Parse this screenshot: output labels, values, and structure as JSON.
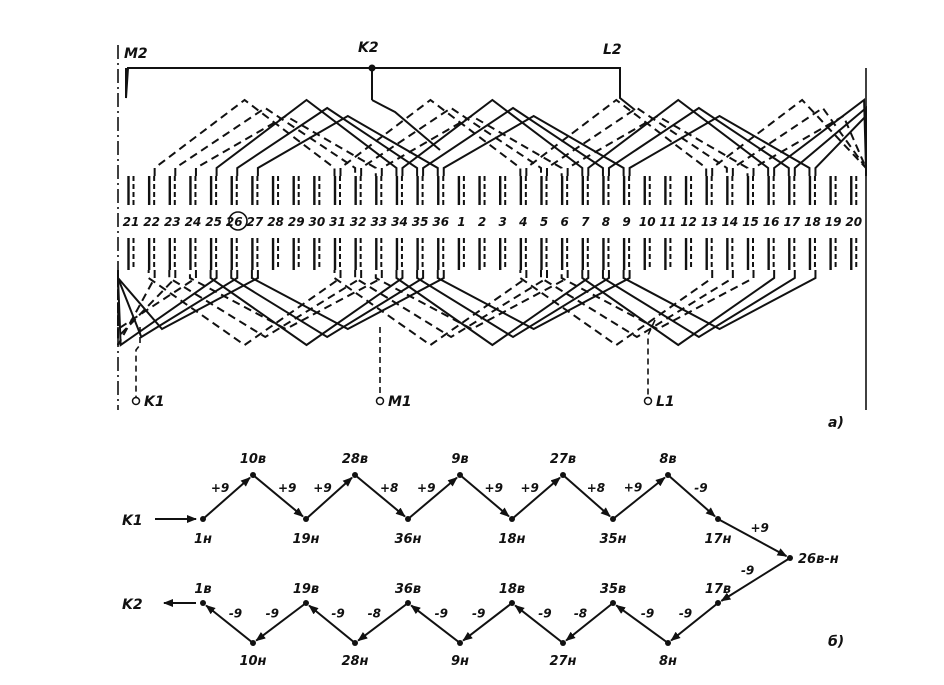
{
  "winding": {
    "terminals_top": [
      "M2",
      "K2",
      "L2"
    ],
    "terminals_bottom": [
      "K1",
      "M1",
      "L1"
    ],
    "slots": [
      "21",
      "22",
      "23",
      "24",
      "25",
      "26",
      "27",
      "28",
      "29",
      "30",
      "31",
      "32",
      "33",
      "34",
      "35",
      "36",
      "1",
      "2",
      "3",
      "4",
      "5",
      "6",
      "7",
      "8",
      "9",
      "10",
      "11",
      "12",
      "13",
      "14",
      "15",
      "16",
      "17",
      "18",
      "19",
      "20"
    ],
    "circled_slot": "26",
    "caption": "а)"
  },
  "scheme": {
    "input_label": "K1",
    "output_label": "K2",
    "caption": "б)",
    "top_row": {
      "nodes": [
        "1н",
        "10в",
        "19н",
        "28в",
        "36н",
        "9в",
        "18н",
        "27в",
        "35н",
        "8в",
        "17н"
      ],
      "steps": [
        "+9",
        "+9",
        "+9",
        "+8",
        "+9",
        "+9",
        "+9",
        "+8",
        "+9",
        "-9"
      ]
    },
    "turn": {
      "node": "26в-н",
      "in_step": "+9",
      "out_step": "-9"
    },
    "bottom_row": {
      "nodes": [
        "1в",
        "10н",
        "19в",
        "28н",
        "36в",
        "9н",
        "18в",
        "27н",
        "35в",
        "8н",
        "17в"
      ],
      "steps": [
        "-9",
        "-9",
        "-9",
        "-8",
        "-9",
        "-9",
        "-9",
        "-8",
        "-9",
        "-9"
      ]
    }
  }
}
